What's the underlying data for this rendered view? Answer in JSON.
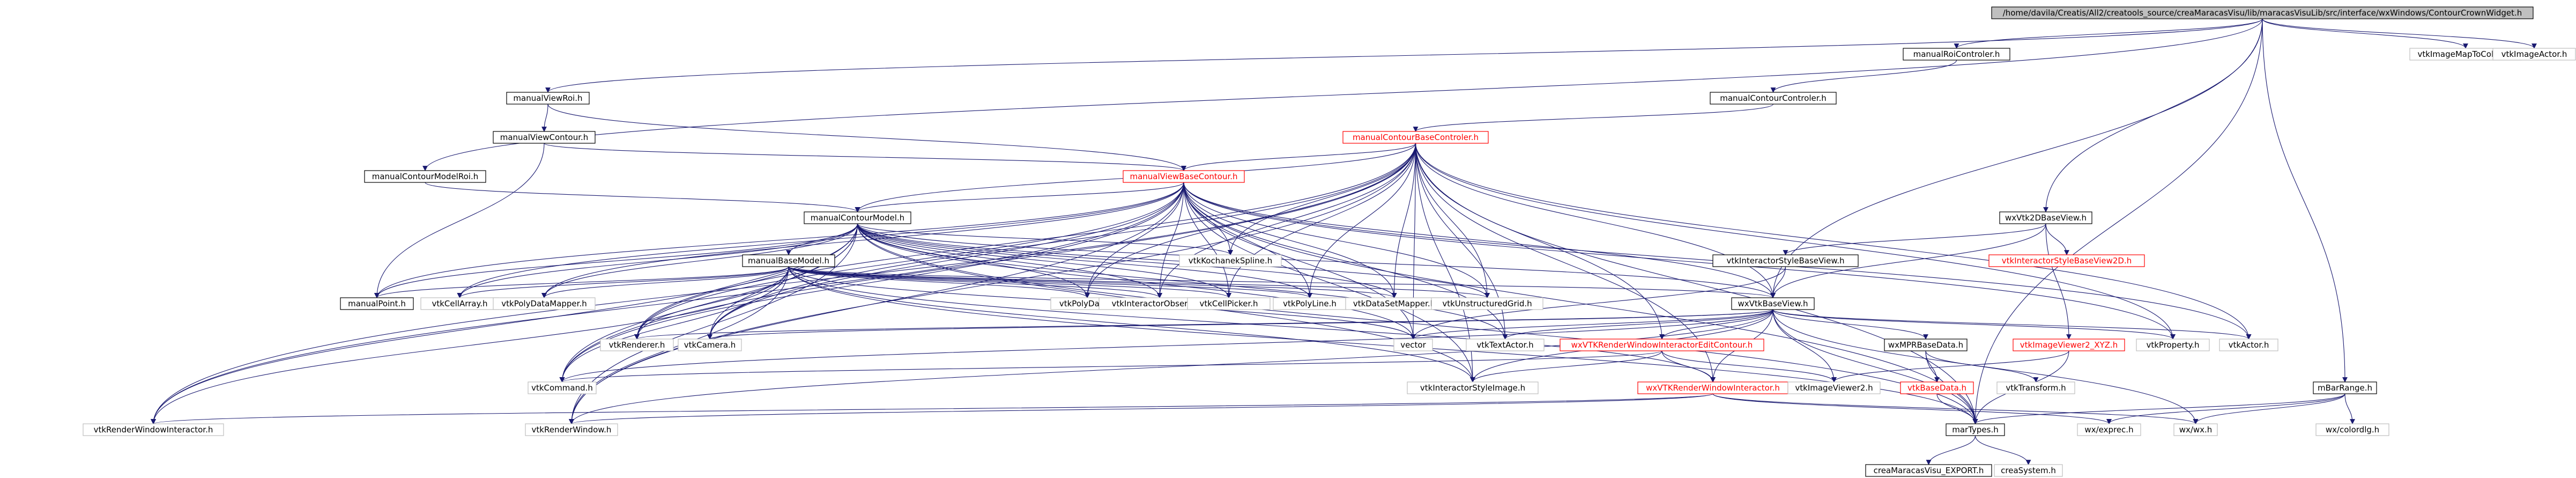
{
  "colors": {
    "edge": "#191970",
    "root_fill": "#bfbfbf",
    "red_text": "#ff0000",
    "ext_border": "#bfbfbf"
  },
  "nodes": [
    {
      "id": "root",
      "label": "/home/davila/Creatis/All2/creatools_source/creaMaracasVisu/lib/maracasVisuLib/src/interface/wxWindows/ContourCrownWidget.h",
      "style": "root"
    },
    {
      "id": "manualViewRoi",
      "label": "manualViewRoi.h",
      "style": "normal"
    },
    {
      "id": "manualRoiControler",
      "label": "manualRoiControler.h",
      "style": "normal"
    },
    {
      "id": "vtkImageMapToColors",
      "label": "vtkImageMapToColors.h",
      "style": "ext"
    },
    {
      "id": "vtkImageActor",
      "label": "vtkImageActor.h",
      "style": "ext"
    },
    {
      "id": "manualViewContour",
      "label": "manualViewContour.h",
      "style": "normal"
    },
    {
      "id": "manualContourControler",
      "label": "manualContourControler.h",
      "style": "normal"
    },
    {
      "id": "manualContourBaseControler",
      "label": "manualContourBaseControler.h",
      "style": "red"
    },
    {
      "id": "manualContourModelRoi",
      "label": "manualContourModelRoi.h",
      "style": "normal"
    },
    {
      "id": "manualViewBaseContour",
      "label": "manualViewBaseContour.h",
      "style": "red"
    },
    {
      "id": "manualContourModel",
      "label": "manualContourModel.h",
      "style": "normal"
    },
    {
      "id": "manualBaseModel",
      "label": "manualBaseModel.h",
      "style": "normal"
    },
    {
      "id": "vtkKochanekSpline",
      "label": "vtkKochanekSpline.h",
      "style": "ext"
    },
    {
      "id": "wxVtk2DBaseView",
      "label": "wxVtk2DBaseView.h",
      "style": "normal"
    },
    {
      "id": "vtkInteractorStyleBaseView",
      "label": "vtkInteractorStyleBaseView.h",
      "style": "normal"
    },
    {
      "id": "vtkInteractorStyleBaseView2D",
      "label": "vtkInteractorStyleBaseView2D.h",
      "style": "red"
    },
    {
      "id": "manualPoint",
      "label": "manualPoint.h",
      "style": "normal"
    },
    {
      "id": "vtkCellArray",
      "label": "vtkCellArray.h",
      "style": "ext"
    },
    {
      "id": "vtkPolyDataMapper",
      "label": "vtkPolyDataMapper.h",
      "style": "ext"
    },
    {
      "id": "vtkPolyData",
      "label": "vtkPolyData.h",
      "style": "ext"
    },
    {
      "id": "vtkInteractorObserver",
      "label": "vtkInteractorObserver.h",
      "style": "ext"
    },
    {
      "id": "vtkCellPicker",
      "label": "vtkCellPicker.h",
      "style": "ext"
    },
    {
      "id": "vtkPolyLine",
      "label": "vtkPolyLine.h",
      "style": "ext"
    },
    {
      "id": "vtkDataSetMapper",
      "label": "vtkDataSetMapper.h",
      "style": "ext"
    },
    {
      "id": "vtkUnstructuredGrid",
      "label": "vtkUnstructuredGrid.h",
      "style": "ext"
    },
    {
      "id": "wxVtkBaseView",
      "label": "wxVtkBaseView.h",
      "style": "normal"
    },
    {
      "id": "vtkRenderer",
      "label": "vtkRenderer.h",
      "style": "ext"
    },
    {
      "id": "vtkCamera",
      "label": "vtkCamera.h",
      "style": "ext"
    },
    {
      "id": "vector",
      "label": "vector",
      "style": "ext"
    },
    {
      "id": "vtkTextActor",
      "label": "vtkTextActor.h",
      "style": "ext"
    },
    {
      "id": "wxVTKRenderWindowInteractorEditContour",
      "label": "wxVTKRenderWindowInteractorEditContour.h",
      "style": "red"
    },
    {
      "id": "wxMPRBaseData",
      "label": "wxMPRBaseData.h",
      "style": "normal"
    },
    {
      "id": "vtkImageViewer2_XYZ",
      "label": "vtkImageViewer2_XYZ.h",
      "style": "red"
    },
    {
      "id": "vtkProperty",
      "label": "vtkProperty.h",
      "style": "ext"
    },
    {
      "id": "vtkActor",
      "label": "vtkActor.h",
      "style": "ext"
    },
    {
      "id": "vtkCommand",
      "label": "vtkCommand.h",
      "style": "ext"
    },
    {
      "id": "vtkInteractorStyleImage",
      "label": "vtkInteractorStyleImage.h",
      "style": "ext"
    },
    {
      "id": "wxVTKRenderWindowInteractor",
      "label": "wxVTKRenderWindowInteractor.h",
      "style": "red"
    },
    {
      "id": "vtkImageViewer2",
      "label": "vtkImageViewer2.h",
      "style": "ext"
    },
    {
      "id": "vtkBaseData",
      "label": "vtkBaseData.h",
      "style": "red"
    },
    {
      "id": "vtkTransform",
      "label": "vtkTransform.h",
      "style": "ext"
    },
    {
      "id": "mBarRange",
      "label": "mBarRange.h",
      "style": "normal"
    },
    {
      "id": "vtkRenderWindowInteractor",
      "label": "vtkRenderWindowInteractor.h",
      "style": "ext"
    },
    {
      "id": "vtkRenderWindow",
      "label": "vtkRenderWindow.h",
      "style": "ext"
    },
    {
      "id": "marTypes",
      "label": "marTypes.h",
      "style": "normal"
    },
    {
      "id": "wxexprec",
      "label": "wx/exprec.h",
      "style": "ext"
    },
    {
      "id": "wxwx",
      "label": "wx/wx.h",
      "style": "ext"
    },
    {
      "id": "wxcolordlg",
      "label": "wx/colordlg.h",
      "style": "ext"
    },
    {
      "id": "creaMaracasVisu_EXPORT",
      "label": "creaMaracasVisu_EXPORT.h",
      "style": "normal"
    },
    {
      "id": "creaSystem",
      "label": "creaSystem.h",
      "style": "ext"
    }
  ],
  "edges": [
    [
      "root",
      "manualViewRoi"
    ],
    [
      "root",
      "manualRoiControler"
    ],
    [
      "root",
      "vtkImageMapToColors"
    ],
    [
      "root",
      "vtkImageActor"
    ],
    [
      "root",
      "manualContourModelRoi"
    ],
    [
      "root",
      "wxVtk2DBaseView"
    ],
    [
      "root",
      "wxVtkBaseView"
    ],
    [
      "root",
      "mBarRange"
    ],
    [
      "root",
      "marTypes"
    ],
    [
      "manualViewRoi",
      "manualViewContour"
    ],
    [
      "manualViewRoi",
      "manualViewBaseContour"
    ],
    [
      "manualRoiControler",
      "manualContourControler"
    ],
    [
      "manualContourControler",
      "manualContourBaseControler"
    ],
    [
      "manualViewContour",
      "manualViewBaseContour"
    ],
    [
      "manualViewContour",
      "manualPoint"
    ],
    [
      "manualContourModelRoi",
      "manualContourModel"
    ],
    [
      "manualContourBaseControler",
      "manualViewBaseContour"
    ],
    [
      "manualContourBaseControler",
      "manualContourModel"
    ],
    [
      "manualContourBaseControler",
      "vtkKochanekSpline"
    ],
    [
      "manualContourBaseControler",
      "vtkPolyData"
    ],
    [
      "manualContourBaseControler",
      "vtkInteractorObserver"
    ],
    [
      "manualContourBaseControler",
      "vtkCellPicker"
    ],
    [
      "manualContourBaseControler",
      "vtkPolyLine"
    ],
    [
      "manualContourBaseControler",
      "vtkDataSetMapper"
    ],
    [
      "manualContourBaseControler",
      "vtkUnstructuredGrid"
    ],
    [
      "manualContourBaseControler",
      "wxVtkBaseView"
    ],
    [
      "manualContourBaseControler",
      "vtkRenderer"
    ],
    [
      "manualContourBaseControler",
      "vtkCamera"
    ],
    [
      "manualContourBaseControler",
      "vector"
    ],
    [
      "manualContourBaseControler",
      "vtkTextActor"
    ],
    [
      "manualContourBaseControler",
      "wxVTKRenderWindowInteractorEditContour"
    ],
    [
      "manualContourBaseControler",
      "vtkProperty"
    ],
    [
      "manualContourBaseControler",
      "vtkActor"
    ],
    [
      "manualContourBaseControler",
      "vtkCommand"
    ],
    [
      "manualContourBaseControler",
      "vtkInteractorStyleImage"
    ],
    [
      "manualContourBaseControler",
      "wxVTKRenderWindowInteractor"
    ],
    [
      "manualContourBaseControler",
      "vtkRenderWindowInteractor"
    ],
    [
      "manualContourBaseControler",
      "vtkRenderWindow"
    ],
    [
      "manualContourBaseControler",
      "marTypes"
    ],
    [
      "manualViewBaseContour",
      "manualContourModel"
    ],
    [
      "manualViewBaseContour",
      "vtkKochanekSpline"
    ],
    [
      "manualViewBaseContour",
      "vtkPolyData"
    ],
    [
      "manualViewBaseContour",
      "vtkInteractorObserver"
    ],
    [
      "manualViewBaseContour",
      "vtkCellPicker"
    ],
    [
      "manualViewBaseContour",
      "vtkPolyLine"
    ],
    [
      "manualViewBaseContour",
      "vtkDataSetMapper"
    ],
    [
      "manualViewBaseContour",
      "vtkUnstructuredGrid"
    ],
    [
      "manualViewBaseContour",
      "wxVtkBaseView"
    ],
    [
      "manualViewBaseContour",
      "vtkRenderer"
    ],
    [
      "manualViewBaseContour",
      "vtkCamera"
    ],
    [
      "manualViewBaseContour",
      "vector"
    ],
    [
      "manualViewBaseContour",
      "vtkTextActor"
    ],
    [
      "manualViewBaseContour",
      "vtkProperty"
    ],
    [
      "manualViewBaseContour",
      "vtkActor"
    ],
    [
      "manualViewBaseContour",
      "vtkCellArray"
    ],
    [
      "manualViewBaseContour",
      "vtkPolyDataMapper"
    ],
    [
      "manualViewBaseContour",
      "manualPoint"
    ],
    [
      "manualViewBaseContour",
      "vtkInteractorStyleImage"
    ],
    [
      "manualViewBaseContour",
      "vtkRenderWindowInteractor"
    ],
    [
      "manualViewBaseContour",
      "vtkRenderWindow"
    ],
    [
      "manualViewBaseContour",
      "vtkCommand"
    ],
    [
      "manualViewBaseContour",
      "marTypes"
    ],
    [
      "manualContourModel",
      "manualBaseModel"
    ],
    [
      "manualContourModel",
      "vtkKochanekSpline"
    ],
    [
      "manualContourModel",
      "manualPoint"
    ],
    [
      "manualContourModel",
      "vtkCellArray"
    ],
    [
      "manualContourModel",
      "vtkPolyDataMapper"
    ],
    [
      "manualContourModel",
      "vtkPolyData"
    ],
    [
      "manualContourModel",
      "vtkInteractorObserver"
    ],
    [
      "manualContourModel",
      "vtkCellPicker"
    ],
    [
      "manualContourModel",
      "vtkPolyLine"
    ],
    [
      "manualContourModel",
      "vtkDataSetMapper"
    ],
    [
      "manualContourModel",
      "vtkUnstructuredGrid"
    ],
    [
      "manualContourModel",
      "wxVtkBaseView"
    ],
    [
      "manualContourModel",
      "vtkRenderer"
    ],
    [
      "manualContourModel",
      "vtkCamera"
    ],
    [
      "manualContourModel",
      "vector"
    ],
    [
      "manualContourModel",
      "vtkTextActor"
    ],
    [
      "manualContourModel",
      "vtkCommand"
    ],
    [
      "manualContourModel",
      "vtkInteractorStyleImage"
    ],
    [
      "manualContourModel",
      "vtkRenderWindowInteractor"
    ],
    [
      "manualContourModel",
      "vtkRenderWindow"
    ],
    [
      "manualContourModel",
      "marTypes"
    ],
    [
      "manualBaseModel",
      "manualPoint"
    ],
    [
      "manualBaseModel",
      "vtkCellArray"
    ],
    [
      "manualBaseModel",
      "vtkPolyDataMapper"
    ],
    [
      "manualBaseModel",
      "vtkPolyData"
    ],
    [
      "manualBaseModel",
      "vtkInteractorObserver"
    ],
    [
      "manualBaseModel",
      "vtkCellPicker"
    ],
    [
      "manualBaseModel",
      "vtkPolyLine"
    ],
    [
      "manualBaseModel",
      "vtkDataSetMapper"
    ],
    [
      "manualBaseModel",
      "vtkUnstructuredGrid"
    ],
    [
      "manualBaseModel",
      "wxVtkBaseView"
    ],
    [
      "manualBaseModel",
      "vtkRenderer"
    ],
    [
      "manualBaseModel",
      "vtkCamera"
    ],
    [
      "manualBaseModel",
      "vector"
    ],
    [
      "manualBaseModel",
      "vtkCommand"
    ],
    [
      "manualBaseModel",
      "vtkInteractorStyleImage"
    ],
    [
      "manualBaseModel",
      "wxVTKRenderWindowInteractor"
    ],
    [
      "manualBaseModel",
      "vtkRenderWindowInteractor"
    ],
    [
      "manualBaseModel",
      "vtkRenderWindow"
    ],
    [
      "manualBaseModel",
      "marTypes"
    ],
    [
      "wxVtk2DBaseView",
      "vtkInteractorStyleBaseView"
    ],
    [
      "wxVtk2DBaseView",
      "vtkInteractorStyleBaseView2D"
    ],
    [
      "wxVtk2DBaseView",
      "wxVtkBaseView"
    ],
    [
      "wxVtk2DBaseView",
      "vtkImageViewer2_XYZ"
    ],
    [
      "vtkInteractorStyleBaseView",
      "wxVtkBaseView"
    ],
    [
      "vtkInteractorStyleBaseView",
      "vector"
    ],
    [
      "wxVtkBaseView",
      "wxVTKRenderWindowInteractorEditContour"
    ],
    [
      "wxVtkBaseView",
      "wxMPRBaseData"
    ],
    [
      "wxVtkBaseView",
      "vtkProperty"
    ],
    [
      "wxVtkBaseView",
      "vtkActor"
    ],
    [
      "wxVtkBaseView",
      "vector"
    ],
    [
      "wxVtkBaseView",
      "vtkRenderer"
    ],
    [
      "wxVtkBaseView",
      "vtkCamera"
    ],
    [
      "wxVtkBaseView",
      "vtkTextActor"
    ],
    [
      "wxVtkBaseView",
      "vtkImageViewer2"
    ],
    [
      "wxVtkBaseView",
      "vtkInteractorStyleImage"
    ],
    [
      "wxVtkBaseView",
      "wxVTKRenderWindowInteractor"
    ],
    [
      "wxVtkBaseView",
      "vtkCommand"
    ],
    [
      "wxVtkBaseView",
      "vtkRenderWindow"
    ],
    [
      "wxVtkBaseView",
      "marTypes"
    ],
    [
      "wxVtkBaseView",
      "wxwx"
    ],
    [
      "wxVTKRenderWindowInteractorEditContour",
      "wxVTKRenderWindowInteractor"
    ],
    [
      "wxVTKRenderWindowInteractorEditContour",
      "vtkInteractorStyleImage"
    ],
    [
      "wxVTKRenderWindowInteractorEditContour",
      "vtkImageViewer2"
    ],
    [
      "wxVTKRenderWindowInteractorEditContour",
      "vtkCommand"
    ],
    [
      "wxMPRBaseData",
      "vtkBaseData"
    ],
    [
      "wxMPRBaseData",
      "vtkTransform"
    ],
    [
      "wxMPRBaseData",
      "marTypes"
    ],
    [
      "vtkImageViewer2_XYZ",
      "vtkImageViewer2"
    ],
    [
      "vtkImageViewer2_XYZ",
      "marTypes"
    ],
    [
      "vtkBaseData",
      "marTypes"
    ],
    [
      "wxVTKRenderWindowInteractor",
      "vtkRenderWindowInteractor"
    ],
    [
      "wxVTKRenderWindowInteractor",
      "vtkRenderWindow"
    ],
    [
      "wxVTKRenderWindowInteractor",
      "wxexprec"
    ],
    [
      "wxVTKRenderWindowInteractor",
      "wxwx"
    ],
    [
      "mBarRange",
      "marTypes"
    ],
    [
      "mBarRange",
      "wxexprec"
    ],
    [
      "mBarRange",
      "wxwx"
    ],
    [
      "mBarRange",
      "wxcolordlg"
    ],
    [
      "marTypes",
      "creaMaracasVisu_EXPORT"
    ],
    [
      "marTypes",
      "creaSystem"
    ]
  ]
}
